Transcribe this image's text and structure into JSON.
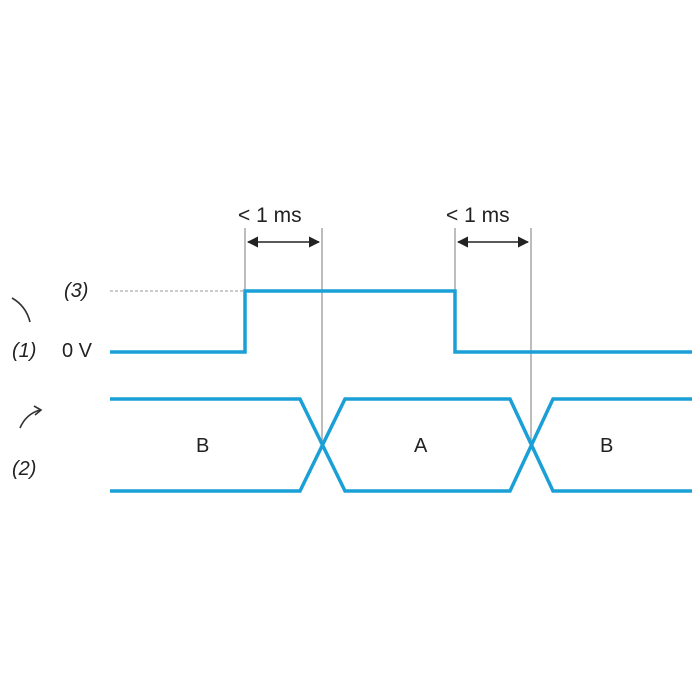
{
  "diagram": {
    "refs": {
      "three": "(3)",
      "one": "(1)",
      "two": "(2)"
    },
    "voltage_label": "0 V",
    "timing_labels": [
      "< 1 ms",
      "< 1 ms"
    ],
    "bus_states": [
      "B",
      "A",
      "B"
    ],
    "colors": {
      "signal": "#1aa0d6",
      "guide": "#999999",
      "dashed": "#bbbbbb",
      "text": "#222222"
    }
  }
}
